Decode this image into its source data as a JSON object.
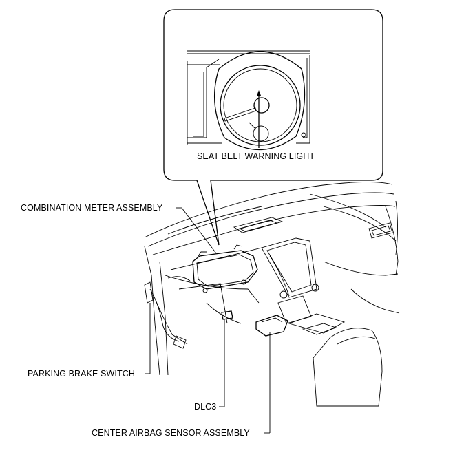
{
  "labels": {
    "seat_belt_warning_light": "SEAT BELT WARNING LIGHT",
    "combination_meter_assembly": "COMBINATION METER ASSEMBLY",
    "parking_brake_switch": "PARKING BRAKE SWITCH",
    "dlc3": "DLC3",
    "center_airbag_sensor_assembly": "CENTER AIRBAG SENSOR ASSEMBLY"
  }
}
